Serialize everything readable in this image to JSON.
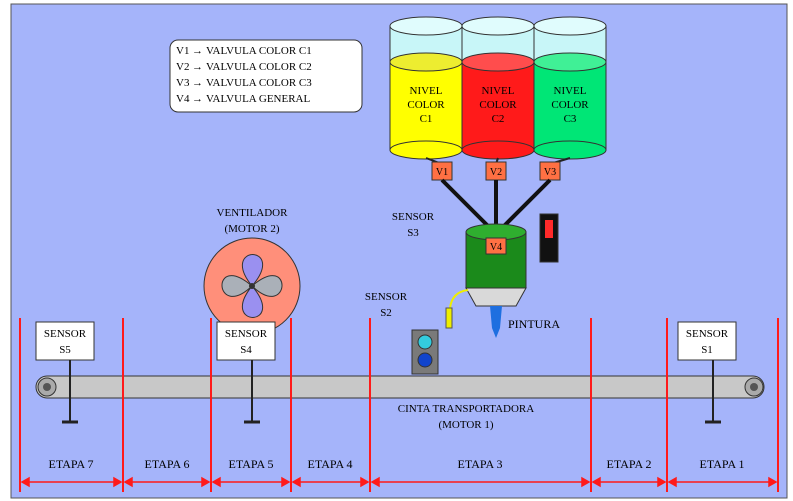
{
  "legend": [
    {
      "code": "V1",
      "text": "VALVULA COLOR C1"
    },
    {
      "code": "V2",
      "text": "VALVULA COLOR C2"
    },
    {
      "code": "V3",
      "text": "VALVULA COLOR C3"
    },
    {
      "code": "V4",
      "text": "VALVULA GENERAL"
    }
  ],
  "legend_arrow": "→",
  "tanks": [
    {
      "line1": "NIVEL",
      "line2": "COLOR",
      "line3": "C1",
      "color": "#ffff00",
      "valve": "V1"
    },
    {
      "line1": "NIVEL",
      "line2": "COLOR",
      "line3": "C2",
      "color": "#ff1a1a",
      "valve": "V2"
    },
    {
      "line1": "NIVEL",
      "line2": "COLOR",
      "line3": "C3",
      "color": "#00e676",
      "valve": "V3"
    }
  ],
  "mixer_valve": "V4",
  "fan": {
    "line1": "VENTILADOR",
    "line2": "(MOTOR 2)"
  },
  "sensors": {
    "s3_top": {
      "line1": "SENSOR",
      "line2": "S3"
    },
    "s2": {
      "line1": "SENSOR",
      "line2": "S2"
    },
    "s5": {
      "line1": "SENSOR",
      "line2": "S5"
    },
    "s4": {
      "line1": "SENSOR",
      "line2": "S4"
    },
    "s1": {
      "line1": "SENSOR",
      "line2": "S1"
    }
  },
  "pintura": "PINTURA",
  "conveyor": {
    "line1": "CINTA TRANSPORTADORA",
    "line2": "(MOTOR 1)"
  },
  "stages": [
    "ETAPA 7",
    "ETAPA 6",
    "ETAPA 5",
    "ETAPA 4",
    "ETAPA 3",
    "ETAPA 2",
    "ETAPA 1"
  ],
  "colors": {
    "background": "#a5b4fa",
    "belt": "#c8c8c8",
    "stage_line": "#ff1a1a",
    "valve": "#ff7043",
    "mixer": "#1b8a1b",
    "fan_disc": "#ff8f7a"
  }
}
